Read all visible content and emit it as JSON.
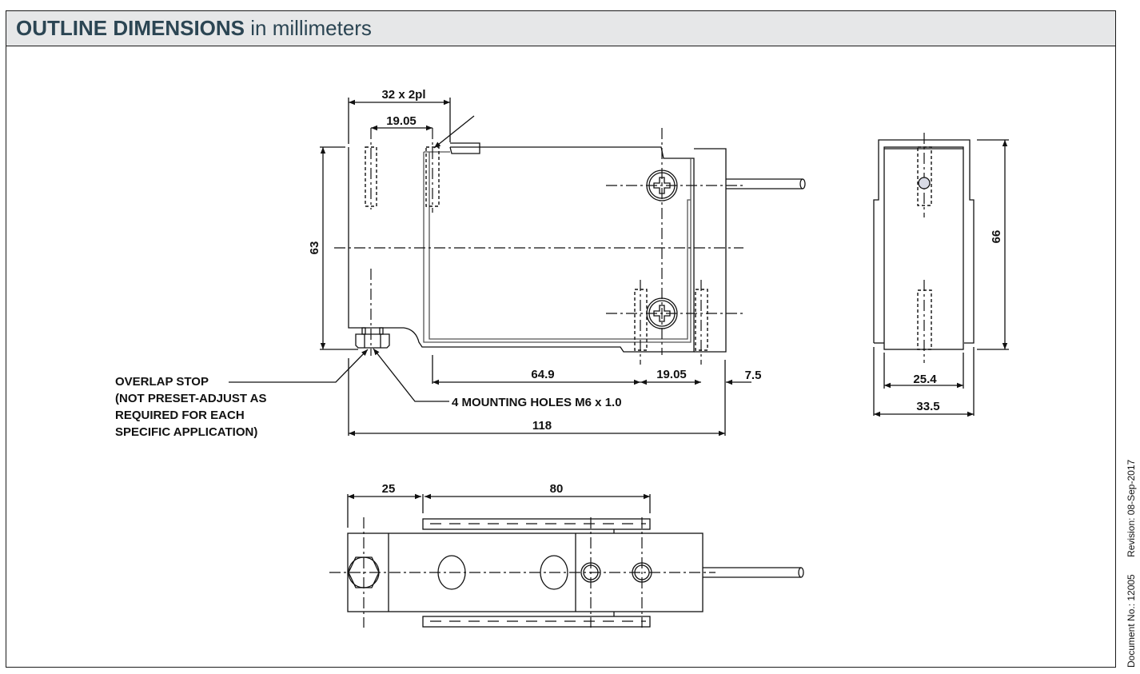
{
  "header": {
    "title_bold": "OUTLINE DIMENSIONS",
    "title_unit": "in millimeters"
  },
  "colors": {
    "header_bg": "#e6e7e8",
    "title_text": "#2b4553",
    "line": "#111111",
    "cable_end_dot": "#d9dbe6"
  },
  "front_view": {
    "dims": {
      "hole_pitch_top": "32 x 2pl",
      "hole_spacing_top": "19.05",
      "height": "63",
      "span_a": "64.9",
      "span_b": "19.05",
      "offset_right": "7.5",
      "overall_length": "118"
    },
    "notes": {
      "overlap_stop": [
        "OVERLAP STOP",
        "(NOT PRESET-ADJUST AS",
        "REQUIRED FOR EACH",
        "SPECIFIC APPLICATION)"
      ],
      "mounting_holes": "4 MOUNTING HOLES M6 x 1.0"
    }
  },
  "side_view": {
    "dims": {
      "height": "66",
      "inner_width": "25.4",
      "outer_width": "33.5"
    }
  },
  "top_view": {
    "dims": {
      "left_offset": "25",
      "hole_span": "80"
    }
  },
  "footer": {
    "document_no": "Document No.: 12005",
    "revision": "Revision: 08-Sep-2017"
  }
}
